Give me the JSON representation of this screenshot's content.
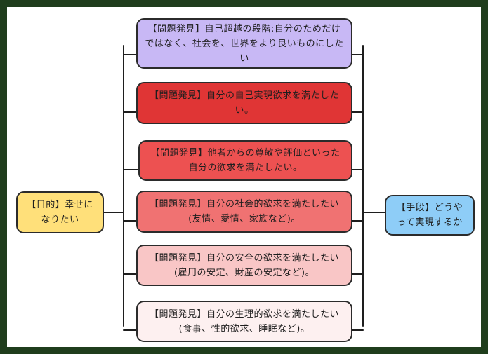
{
  "colors": {
    "purpose": "#ffe07a",
    "means": "#8ecdf7",
    "level1": "#c8b8f5",
    "level2": "#e03535",
    "level3": "#ed5151",
    "level4": "#f07272",
    "level5": "#f9c6c6",
    "level6": "#fdf0f0"
  },
  "purpose": {
    "label": "【目的】幸せになりたい"
  },
  "means": {
    "label": "【手段】どうやって実現するか"
  },
  "problems": [
    {
      "label": "【問題発見】自己超越の段階:自分のためだけではなく、社会を、世界をより良いものにしたい",
      "color_key": "level1"
    },
    {
      "label": "【問題発見】自分の自己実現欲求を満たしたい。",
      "color_key": "level2"
    },
    {
      "label": "【問題発見】他者からの尊敬や評価といった自分の欲求を満たしたい。",
      "color_key": "level3"
    },
    {
      "label": "【問題発見】自分の社会的欲求を満たしたい(友情、愛情、家族など)。",
      "color_key": "level4"
    },
    {
      "label": "【問題発見】自分の安全の欲求を満たしたい(雇用の安定、財産の安定など)。",
      "color_key": "level5"
    },
    {
      "label": "【問題発見】自分の生理的欲求を満たしたい(食事、性的欲求、睡眠など)。",
      "color_key": "level6"
    }
  ]
}
